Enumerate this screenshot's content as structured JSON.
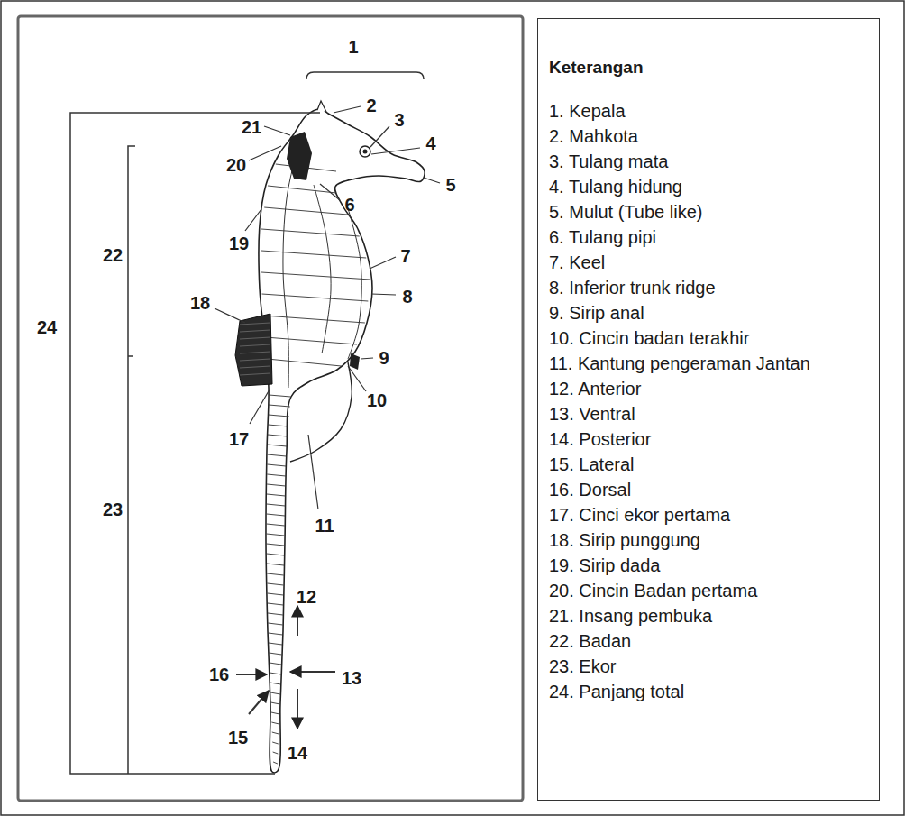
{
  "diagram": {
    "nodes": [
      {
        "text": [
          "Keterangan",
          "1. Kepala",
          "2. Mahkota",
          "3. Tulang mata",
          "4. Tulang hidung",
          "5. Mulut (Tube like)",
          "6. Tulang pipi",
          "7. Keel",
          "8. Inferior trunk ridge",
          "9. Sirip anal",
          "10. Cincin badan terakhir",
          "11. Kantung pengeraman Jantan",
          "12. Anterior",
          "13. Ventral",
          "14. Posterior",
          "15. Lateral",
          "16. Dorsal",
          "17. Cinci ekor pertama",
          "18. Sirip punggung",
          "19. Sirip dada",
          "20. Cincin Badan pertama",
          "21. Insang pembuka",
          "22. Badan",
          "23. Ekor",
          "24. Panjang total"
        ]
      }
    ],
    "labels": [
      "1",
      "2",
      "3",
      "4",
      "5",
      "6",
      "7",
      "8",
      "9",
      "10",
      "11",
      "12",
      "13",
      "14",
      "15",
      "16",
      "17",
      "18",
      "19",
      "20",
      "21",
      "22",
      "23",
      "24"
    ]
  }
}
